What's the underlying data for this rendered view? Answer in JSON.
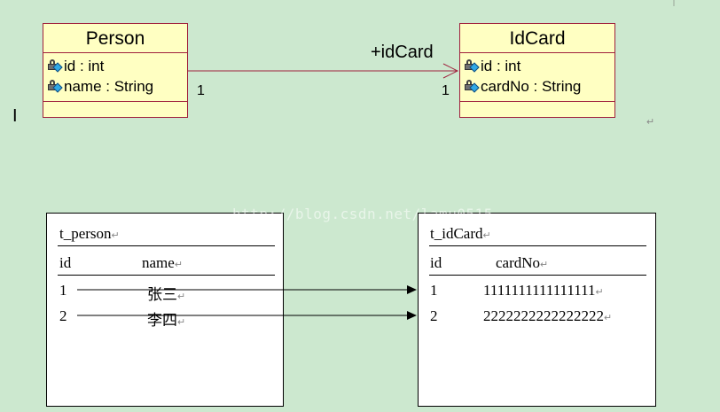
{
  "person_class": {
    "name": "Person",
    "attributes": [
      {
        "label": "id : int",
        "icon": "private-attribute-icon"
      },
      {
        "label": "name : String",
        "icon": "private-attribute-icon"
      }
    ]
  },
  "idcard_class": {
    "name": "IdCard",
    "attributes": [
      {
        "label": "id : int",
        "icon": "private-attribute-icon"
      },
      {
        "label": "cardNo : String",
        "icon": "private-attribute-icon"
      }
    ]
  },
  "association": {
    "role": "+idCard",
    "source_multiplicity": "1",
    "target_multiplicity": "1"
  },
  "cursor_mark": "I",
  "paragraph_mark": "↵",
  "person_table": {
    "title": "t_person",
    "headers": [
      "id",
      "name"
    ],
    "rows": [
      {
        "id": "1",
        "name": "张三"
      },
      {
        "id": "2",
        "name": "李四"
      }
    ]
  },
  "idcard_table": {
    "title": "t_idCard",
    "headers": [
      "id",
      "cardNo"
    ],
    "rows": [
      {
        "id": "1",
        "cardNo": "1111111111111111"
      },
      {
        "id": "2",
        "cardNo": "2222222222222222"
      }
    ]
  },
  "watermark": "http://blog.csdn.net/lamu0515"
}
